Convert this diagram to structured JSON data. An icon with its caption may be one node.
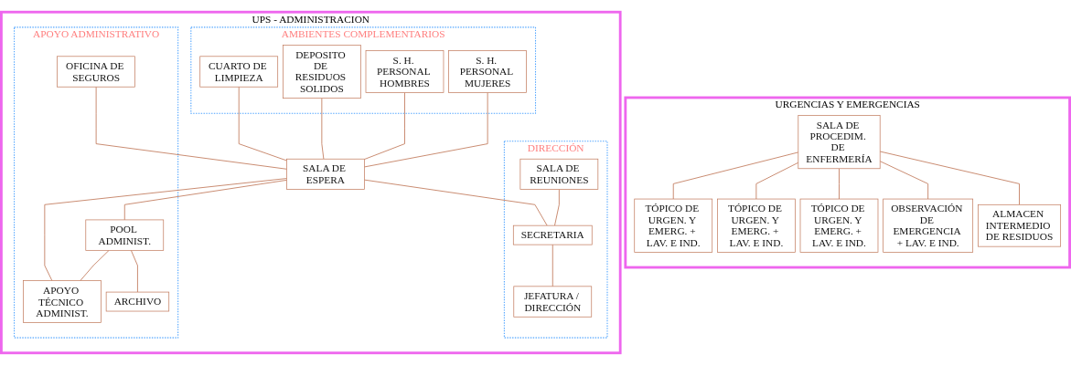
{
  "diagram": {
    "nodes": [
      {
        "text": [
          "URGENCIAS Y EMERGENCIAS"
        ]
      },
      {
        "text": [
          "TÓPICO DE URGEN. Y EMERG. + LAV. E IND."
        ],
        "in": 0
      },
      {
        "text": [
          "TÓPICO DE URGEN. Y EMERG. + LAV. E IND."
        ],
        "in": 0
      },
      {
        "text": [
          "TÓPICO DE URGEN. Y EMERG. + LAV. E IND."
        ],
        "in": 0
      },
      {
        "text": [
          "SALA DE PROCEDIM. DE ENFERMERÍA"
        ],
        "in": 0
      },
      {
        "text": [
          "ALMACEN INTERMEDIO DE RESIDUOS"
        ],
        "in": 0
      },
      {
        "text": [
          "OBSERVACIÓN DE EMERGENCIA + LAV. E IND."
        ],
        "in": 0
      },
      {
        "text": [
          "UPS - ADMINISTRACION"
        ]
      },
      {
        "text": [
          "AMBIENTES COMPLEMENTARIOS"
        ],
        "in": 7
      },
      {
        "text": [
          "CUARTO DE LIMPIEZA"
        ],
        "in": 8
      },
      {
        "text": [
          "S. H. PERSONAL HOMBRES"
        ],
        "in": 8
      },
      {
        "text": [
          "S. H. PERSONAL MUJERES"
        ],
        "in": 8
      },
      {
        "text": [
          "DEPOSITO DE RESIDUOS SOLIDOS"
        ],
        "in": 8
      },
      {
        "text": [
          "SALA DE ESPERA"
        ],
        "in": 7
      },
      {
        "text": [
          "DIRECCIÓN"
        ],
        "in": 7
      },
      {
        "text": [
          "SALA DE REUNIONES"
        ],
        "in": 14
      },
      {
        "text": [
          "SECRETARIA"
        ],
        "in": 14
      },
      {
        "text": [
          "JEFATURA / DIRECCIÓN"
        ],
        "in": 14
      },
      {
        "text": [
          "APOYO ADMINISTRATIVO"
        ],
        "in": 7
      },
      {
        "text": [
          "OFICINA DE SEGUROS"
        ],
        "in": 18
      },
      {
        "text": [
          "POOL ADMINIST."
        ],
        "in": 18
      },
      {
        "text": [
          "APOYO TÉCNICO ADMINIST."
        ],
        "in": 18
      },
      {
        "text": [
          "ARCHIVO"
        ],
        "in": 18
      }
    ],
    "edges": [
      {
        "from": 4,
        "to": 1,
        "arrow": "none"
      },
      {
        "from": 4,
        "to": 2,
        "arrow": "none"
      },
      {
        "from": 4,
        "to": 3,
        "arrow": "none"
      },
      {
        "from": 4,
        "to": 6,
        "arrow": "none"
      },
      {
        "from": 4,
        "to": 5,
        "arrow": "none"
      },
      {
        "from": 9,
        "to": 13,
        "arrow": "none"
      },
      {
        "from": 12,
        "to": 13,
        "arrow": "none"
      },
      {
        "from": 10,
        "to": 13,
        "arrow": "none"
      },
      {
        "from": 11,
        "to": 13,
        "arrow": "none"
      },
      {
        "from": 19,
        "to": 13,
        "arrow": "none"
      },
      {
        "from": 13,
        "to": 16,
        "arrow": "none"
      },
      {
        "from": 13,
        "to": 20,
        "arrow": "none"
      },
      {
        "from": 13,
        "to": 21,
        "arrow": "none"
      },
      {
        "from": 15,
        "to": 16,
        "arrow": "none"
      },
      {
        "from": 16,
        "to": 17,
        "arrow": "none"
      },
      {
        "from": 20,
        "to": 21,
        "arrow": "none"
      },
      {
        "from": 20,
        "to": 22,
        "arrow": "none"
      }
    ]
  }
}
